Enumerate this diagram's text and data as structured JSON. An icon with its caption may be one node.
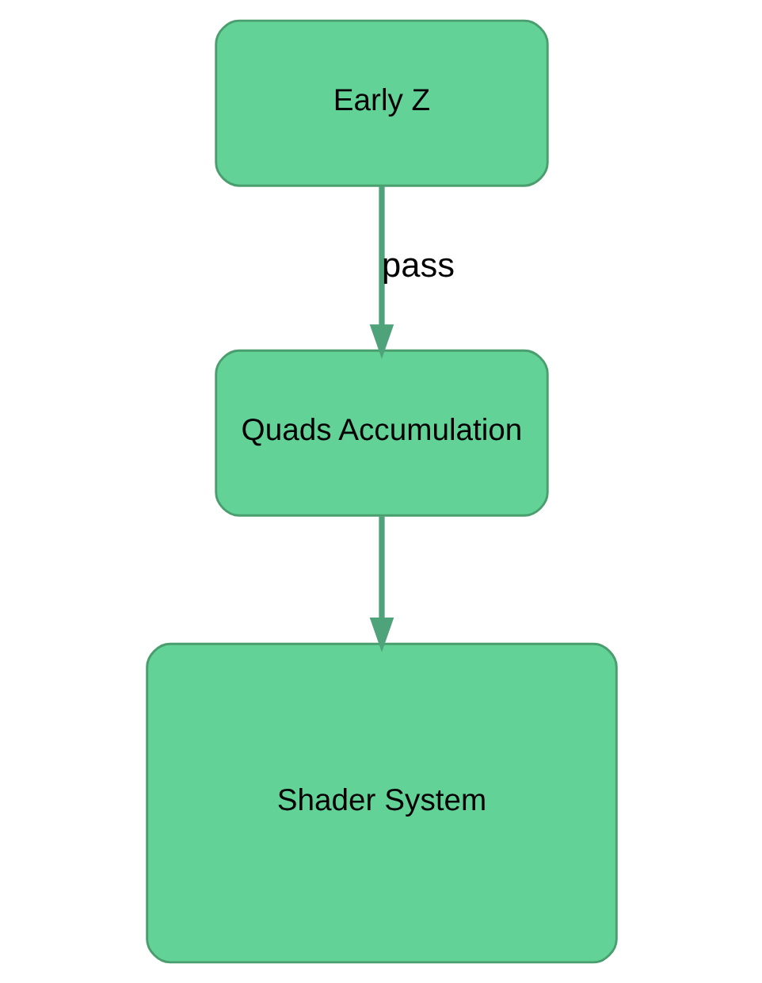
{
  "diagram": {
    "nodes": [
      {
        "text": [
          "Early Z"
        ]
      },
      {
        "text": [
          "Quads Accumulation"
        ]
      },
      {
        "text": [
          "Shader System"
        ]
      }
    ],
    "edges": [
      {
        "from": 0,
        "to": 1,
        "arrow": "to",
        "label": "pass"
      },
      {
        "from": 1,
        "to": 2,
        "arrow": "to"
      }
    ]
  }
}
